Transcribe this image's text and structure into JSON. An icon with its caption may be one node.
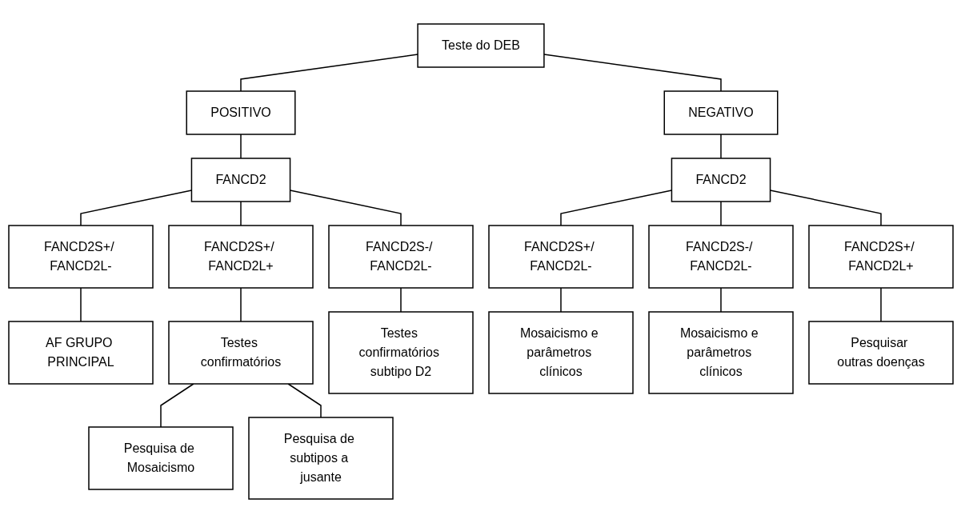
{
  "diagram": {
    "nodes": [
      {
        "text": [
          "Teste do DEB"
        ]
      },
      {
        "text": [
          "POSITIVO"
        ]
      },
      {
        "text": [
          "NEGATIVO"
        ]
      },
      {
        "text": [
          "FANCD2"
        ]
      },
      {
        "text": [
          "FANCD2"
        ]
      },
      {
        "text": [
          "FANCD2S+/ FANCD2L-"
        ]
      },
      {
        "text": [
          "FANCD2S+/ FANCD2L+"
        ]
      },
      {
        "text": [
          "FANCD2S-/ FANCD2L-"
        ]
      },
      {
        "text": [
          "FANCD2S+/ FANCD2L-"
        ]
      },
      {
        "text": [
          "FANCD2S-/ FANCD2L-"
        ]
      },
      {
        "text": [
          "FANCD2S+/ FANCD2L+"
        ]
      },
      {
        "text": [
          "AF GRUPO PRINCIPAL"
        ]
      },
      {
        "text": [
          "Testes confirmatórios"
        ]
      },
      {
        "text": [
          "Testes confirmatórios subtipo D2"
        ]
      },
      {
        "text": [
          "Mosaicismo e parâmetros clínicos"
        ]
      },
      {
        "text": [
          "Mosaicismo e parâmetros clínicos"
        ]
      },
      {
        "text": [
          "Pesquisar outras doenças"
        ]
      },
      {
        "text": [
          "Pesquisa de Mosaicismo"
        ]
      },
      {
        "text": [
          "Pesquisa de subtipos a jusante"
        ]
      }
    ],
    "edges": [
      {
        "from": 0,
        "to": 1,
        "arrow": "none"
      },
      {
        "from": 0,
        "to": 2,
        "arrow": "none"
      },
      {
        "from": 1,
        "to": 3,
        "arrow": "none"
      },
      {
        "from": 2,
        "to": 4,
        "arrow": "none"
      },
      {
        "from": 3,
        "to": 5,
        "arrow": "none"
      },
      {
        "from": 3,
        "to": 6,
        "arrow": "none"
      },
      {
        "from": 3,
        "to": 7,
        "arrow": "none"
      },
      {
        "from": 4,
        "to": 8,
        "arrow": "none"
      },
      {
        "from": 4,
        "to": 9,
        "arrow": "none"
      },
      {
        "from": 4,
        "to": 10,
        "arrow": "none"
      },
      {
        "from": 5,
        "to": 11,
        "arrow": "none"
      },
      {
        "from": 6,
        "to": 12,
        "arrow": "none"
      },
      {
        "from": 7,
        "to": 13,
        "arrow": "none"
      },
      {
        "from": 8,
        "to": 14,
        "arrow": "none"
      },
      {
        "from": 9,
        "to": 15,
        "arrow": "none"
      },
      {
        "from": 10,
        "to": 16,
        "arrow": "none"
      },
      {
        "from": 12,
        "to": 17,
        "arrow": "none"
      },
      {
        "from": 12,
        "to": 18,
        "arrow": "none"
      }
    ]
  }
}
